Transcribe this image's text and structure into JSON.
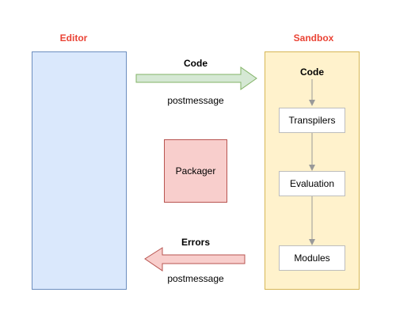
{
  "editor": {
    "title": "Editor"
  },
  "sandbox": {
    "title": "Sandbox",
    "code_label": "Code",
    "steps": [
      "Transpilers",
      "Evaluation",
      "Modules"
    ]
  },
  "packager": {
    "label": "Packager"
  },
  "arrows": {
    "code": {
      "label": "Code",
      "sublabel": "postmessage"
    },
    "errors": {
      "label": "Errors",
      "sublabel": "postmessage"
    }
  },
  "colors": {
    "title_red": "#ea4335",
    "editor_fill": "#dae8fc",
    "editor_stroke": "#6c8ebf",
    "sandbox_fill": "#fff2cc",
    "sandbox_stroke": "#d6b656",
    "packager_fill": "#f8cecc",
    "packager_stroke": "#b85450",
    "code_arrow_fill": "#d5e8d4",
    "code_arrow_stroke": "#82b366",
    "errors_arrow_fill": "#f8cecc",
    "errors_arrow_stroke": "#b85450",
    "connector": "#999999"
  }
}
